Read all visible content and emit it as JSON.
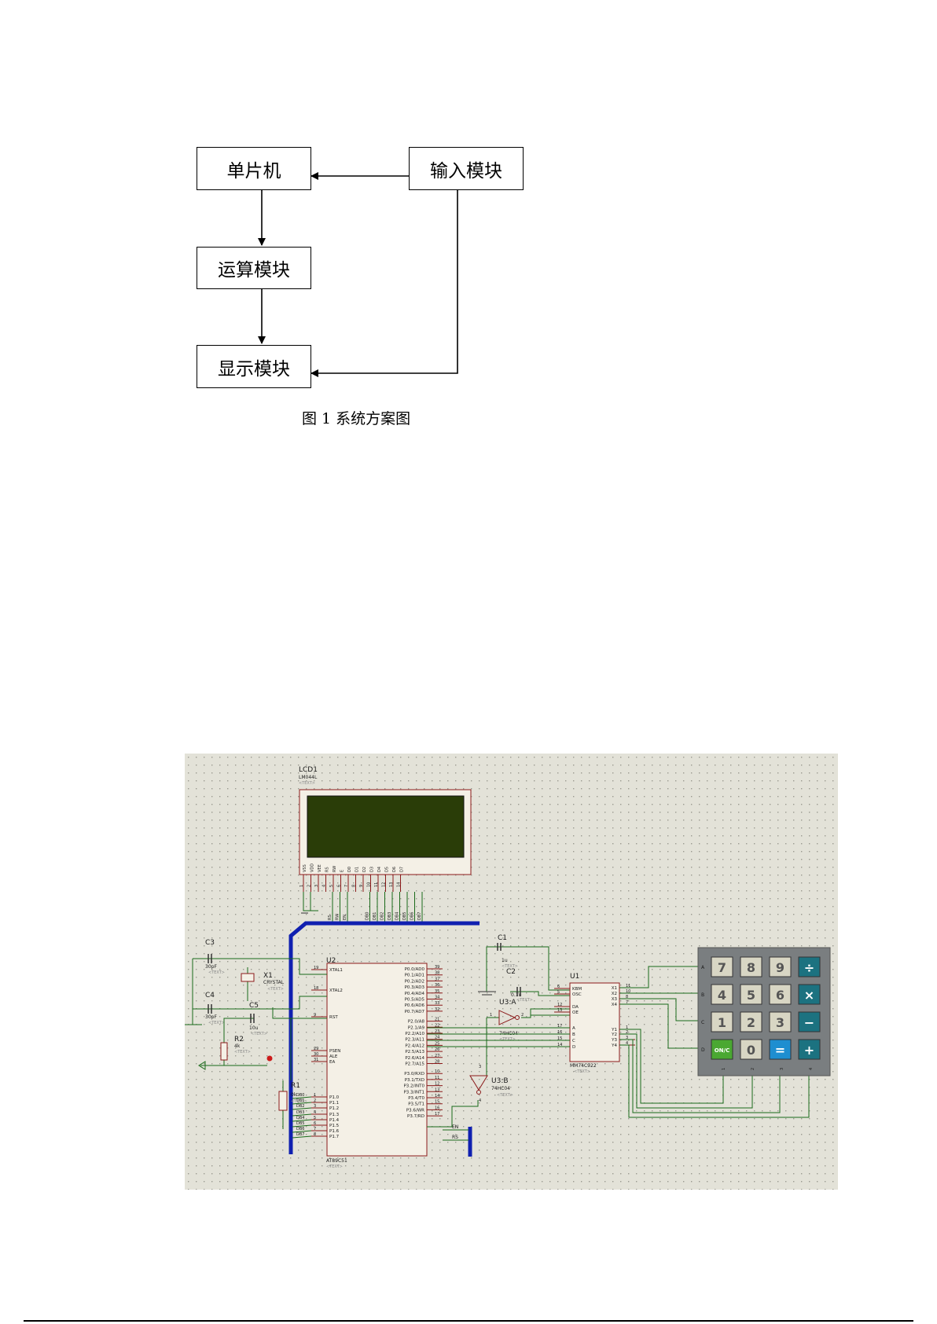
{
  "flowchart": {
    "blocks": {
      "mcu": "单片机",
      "input": "输入模块",
      "compute": "运算模块",
      "display": "显示模块"
    },
    "caption": "图 1  系统方案图"
  },
  "schematic": {
    "lcd": {
      "ref": "LCD1",
      "part": "LM044L",
      "text": "<TEXT>",
      "pins": [
        "VSS",
        "VDD",
        "VEE",
        "RS",
        "RW",
        "E",
        "D0",
        "D1",
        "D2",
        "D3",
        "D4",
        "D5",
        "D6",
        "D7"
      ],
      "pin_nums": [
        "1",
        "2",
        "3",
        "4",
        "5",
        "6",
        "7",
        "8",
        "9",
        "10",
        "11",
        "12",
        "13",
        "14"
      ],
      "bus_labels": [
        "RS",
        "RW",
        "EN",
        "DB0",
        "DB1",
        "DB2",
        "DB3",
        "DB4",
        "DB5",
        "DB6",
        "DB7"
      ]
    },
    "mcu": {
      "ref": "U2",
      "part": "AT89C51",
      "text": "<TEXT>",
      "left_pins": [
        {
          "num": "19",
          "name": "XTAL1"
        },
        {
          "num": "18",
          "name": "XTAL2"
        },
        {
          "num": "9",
          "name": "RST"
        },
        {
          "num": "29",
          "name": "PSEN"
        },
        {
          "num": "30",
          "name": "ALE"
        },
        {
          "num": "31",
          "name": "EA"
        },
        {
          "num": "1",
          "name": "P1.0"
        },
        {
          "num": "2",
          "name": "P1.1"
        },
        {
          "num": "3",
          "name": "P1.2"
        },
        {
          "num": "4",
          "name": "P1.3"
        },
        {
          "num": "5",
          "name": "P1.4"
        },
        {
          "num": "6",
          "name": "P1.5"
        },
        {
          "num": "7",
          "name": "P1.6"
        },
        {
          "num": "8",
          "name": "P1.7"
        }
      ],
      "right_pins": [
        {
          "num": "39",
          "name": "P0.0/AD0"
        },
        {
          "num": "38",
          "name": "P0.1/AD1"
        },
        {
          "num": "37",
          "name": "P0.2/AD2"
        },
        {
          "num": "36",
          "name": "P0.3/AD3"
        },
        {
          "num": "35",
          "name": "P0.4/AD4"
        },
        {
          "num": "34",
          "name": "P0.5/AD5"
        },
        {
          "num": "33",
          "name": "P0.6/AD6"
        },
        {
          "num": "32",
          "name": "P0.7/AD7"
        },
        {
          "num": "21",
          "name": "P2.0/A8"
        },
        {
          "num": "22",
          "name": "P2.1/A9"
        },
        {
          "num": "23",
          "name": "P2.2/A10"
        },
        {
          "num": "24",
          "name": "P2.3/A11"
        },
        {
          "num": "25",
          "name": "P2.4/A12"
        },
        {
          "num": "26",
          "name": "P2.5/A13"
        },
        {
          "num": "27",
          "name": "P2.6/A14"
        },
        {
          "num": "28",
          "name": "P2.7/A15"
        },
        {
          "num": "10",
          "name": "P3.0/RXD"
        },
        {
          "num": "11",
          "name": "P3.1/TXD"
        },
        {
          "num": "12",
          "name": "P3.2/INT0"
        },
        {
          "num": "13",
          "name": "P3.3/INT1"
        },
        {
          "num": "14",
          "name": "P3.4/T0"
        },
        {
          "num": "15",
          "name": "P3.5/T1"
        },
        {
          "num": "16",
          "name": "P3.6/WR"
        },
        {
          "num": "17",
          "name": "P3.7/RD"
        }
      ],
      "p1_labels": [
        "DB0",
        "DB1",
        "DB2",
        "DB3",
        "DB4",
        "DB5",
        "DB6",
        "DB7"
      ],
      "p3_labels": [
        "EN",
        "RS"
      ]
    },
    "parts": {
      "c3": {
        "ref": "C3",
        "val": "30pF",
        "text": "<TEXT>"
      },
      "c4": {
        "ref": "C4",
        "val": "30pF",
        "text": "<TEXT>"
      },
      "c5": {
        "ref": "C5",
        "val": "10u",
        "text": "<TEXT>"
      },
      "x1": {
        "ref": "X1",
        "val": "CRYSTAL",
        "text": "<TEXT>"
      },
      "r2": {
        "ref": "R2",
        "val": "4k",
        "text": "<TEXT>"
      },
      "r1": {
        "ref": "R1",
        "val": "0k",
        "text": "<TEXT>"
      },
      "c1": {
        "ref": "C1",
        "val": "1u",
        "text": "<TEXT>"
      },
      "c2": {
        "ref": "C2",
        "val": "0.1u",
        "text": "<TEXT>"
      },
      "u3a": {
        "ref": "U3:A",
        "val": "74HC04",
        "text": "<TEXT>",
        "pin_in": "1",
        "pin_out": "2"
      },
      "u3b": {
        "ref": "U3:B",
        "val": "74HC04",
        "text": "<TEXT>",
        "pin_in": "3",
        "pin_out": "4"
      }
    },
    "encoder": {
      "ref": "U1",
      "part": "MM74C922",
      "text": "<TEXT>",
      "left_pins": [
        {
          "num": "6",
          "name": "KBM"
        },
        {
          "num": "5",
          "name": "OSC"
        },
        {
          "num": "12",
          "name": "DA"
        },
        {
          "num": "13",
          "name": "OE"
        },
        {
          "num": "17",
          "name": "A"
        },
        {
          "num": "16",
          "name": "B"
        },
        {
          "num": "15",
          "name": "C"
        },
        {
          "num": "14",
          "name": "D"
        }
      ],
      "right_pins": [
        {
          "num": "11",
          "name": "X1"
        },
        {
          "num": "10",
          "name": "X2"
        },
        {
          "num": "8",
          "name": "X3"
        },
        {
          "num": "7",
          "name": "X4"
        },
        {
          "num": "1",
          "name": "Y1"
        },
        {
          "num": "2",
          "name": "Y2"
        },
        {
          "num": "3",
          "name": "Y3"
        },
        {
          "num": "4",
          "name": "Y4"
        }
      ]
    },
    "keypad": {
      "row_labels": [
        "A",
        "B",
        "C",
        "D"
      ],
      "col_labels": [
        "1",
        "2",
        "3",
        "4"
      ],
      "keys": [
        [
          {
            "label": "7",
            "kind": "num"
          },
          {
            "label": "8",
            "kind": "num"
          },
          {
            "label": "9",
            "kind": "num"
          },
          {
            "label": "÷",
            "kind": "op"
          }
        ],
        [
          {
            "label": "4",
            "kind": "num"
          },
          {
            "label": "5",
            "kind": "num"
          },
          {
            "label": "6",
            "kind": "num"
          },
          {
            "label": "×",
            "kind": "op"
          }
        ],
        [
          {
            "label": "1",
            "kind": "num"
          },
          {
            "label": "2",
            "kind": "num"
          },
          {
            "label": "3",
            "kind": "num"
          },
          {
            "label": "−",
            "kind": "op"
          }
        ],
        [
          {
            "label": "ON/C",
            "kind": "on"
          },
          {
            "label": "0",
            "kind": "num"
          },
          {
            "label": "=",
            "kind": "eq"
          },
          {
            "label": "+",
            "kind": "op"
          }
        ]
      ]
    },
    "colors": {
      "canvas": "#e3e2d8",
      "dots": "#9a9a90",
      "wire": "#1a6a1a",
      "pin": "#8b1a1a",
      "body": "#f4f0e6",
      "lcd_screen": "#2a3d08",
      "bus": "#1020b0",
      "grey_text": "#888888"
    }
  }
}
